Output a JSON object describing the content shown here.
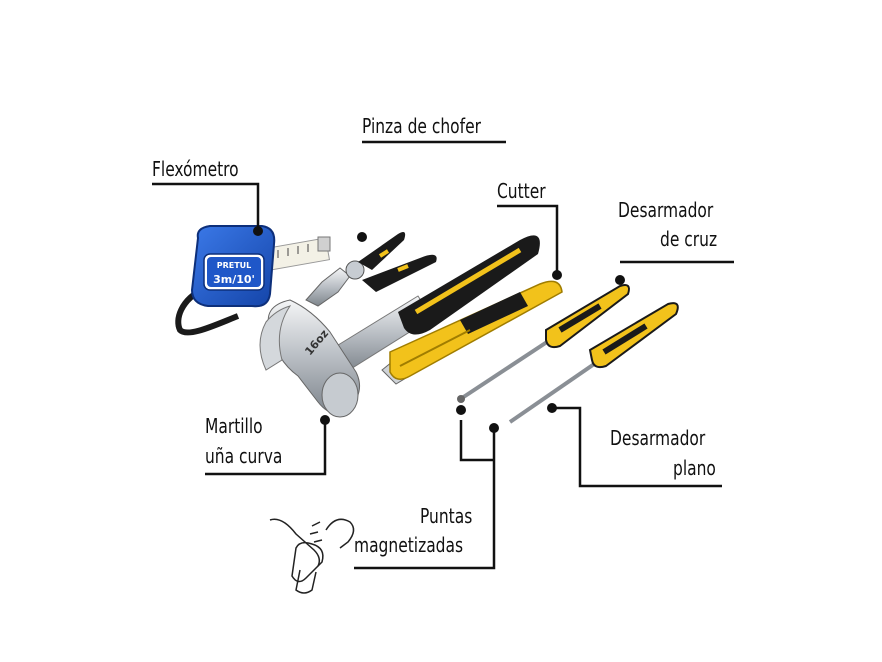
{
  "labels": {
    "tape": "Flexómetro",
    "pliers": "Pinza de chofer",
    "cutter": "Cutter",
    "phillips_l1": "Desarmador",
    "phillips_l2": "de cruz",
    "hammer_l1": "Martillo",
    "hammer_l2": "uña curva",
    "flat_l1": "Desarmador",
    "flat_l2": "plano",
    "tips_l1": "Puntas",
    "tips_l2": "magnetizadas"
  },
  "product_marks": {
    "brand": "PRETUL",
    "tape_size": "3m/10'",
    "hammer_weight": "16oz"
  },
  "colors": {
    "tape_blue": "#1f57c8",
    "handle_yellow": "#f2c21b",
    "grip_black": "#1a1a1a",
    "leader_line": "#111111",
    "steel": "#c9cdd2"
  }
}
